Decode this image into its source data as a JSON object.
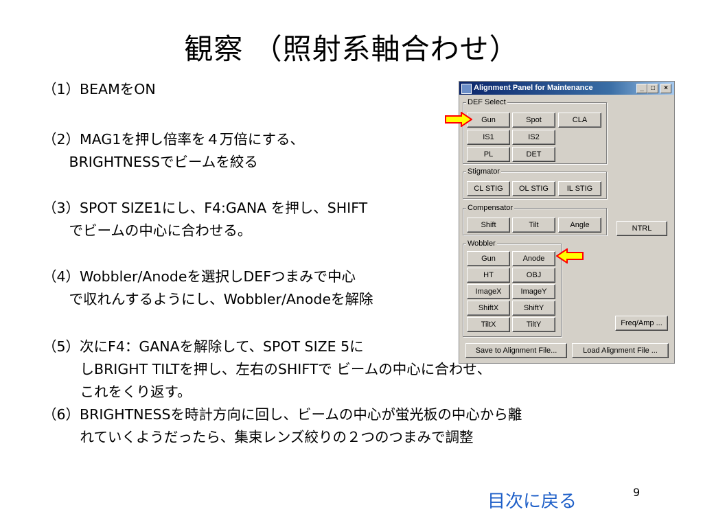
{
  "title": "観察 （照射系軸合わせ）",
  "steps": [
    "（1）BEAMをON",
    "（2）MAG1を押し倍率を４万倍にする、",
    "　BRIGHTNESSでビームを絞る",
    "（3）SPOT SIZE1にし、F4:GANA を押し、SHIFT",
    "　でビームの中心に合わせる。",
    "（4）Wobbler/Anodeを選択しDEFつまみで中心",
    "　で収れんするようにし、Wobbler/Anodeを解除",
    "（5）次にF4：GANAを解除して、SPOT  SIZE 5に",
    "　しBRIGHT TILTを押し、左右のSHIFTで ビームの中心に合わせ、",
    "　これをくり返す。",
    "（6）BRIGHTNESSを時計方向に回し、ビームの中心が蛍光板の中心から離",
    "　れていくようだったら、集束レンズ絞りの２つのつまみで調整"
  ],
  "panel": {
    "title": "Alignment Panel for Maintenance",
    "win_min": "_",
    "win_max": "□",
    "win_close": "×",
    "def_select": {
      "label": "DEF Select",
      "gun": "Gun",
      "spot": "Spot",
      "cla": "CLA",
      "is1": "IS1",
      "is2": "IS2",
      "pl": "PL",
      "det": "DET"
    },
    "stigmator": {
      "label": "Stigmator",
      "cl": "CL STIG",
      "ol": "OL STIG",
      "il": "IL STIG"
    },
    "compensator": {
      "label": "Compensator",
      "shift": "Shift",
      "tilt": "Tilt",
      "angle": "Angle"
    },
    "ntrl": "NTRL",
    "wobbler": {
      "label": "Wobbler",
      "gun": "Gun",
      "anode": "Anode",
      "ht": "HT",
      "obj": "OBJ",
      "imagex": "ImageX",
      "imagey": "ImageY",
      "shiftx": "ShiftX",
      "shifty": "ShiftY",
      "tiltx": "TiltX",
      "tilty": "TiltY"
    },
    "freq": "Freq/Amp ...",
    "save": "Save to Alignment File...",
    "load": "Load Alignment File ..."
  },
  "toc_link": "目次に戻る",
  "page_number": "9",
  "colors": {
    "arrow_fill": "#ffff00",
    "arrow_stroke": "#ff0000",
    "link": "#1e5fc8"
  }
}
